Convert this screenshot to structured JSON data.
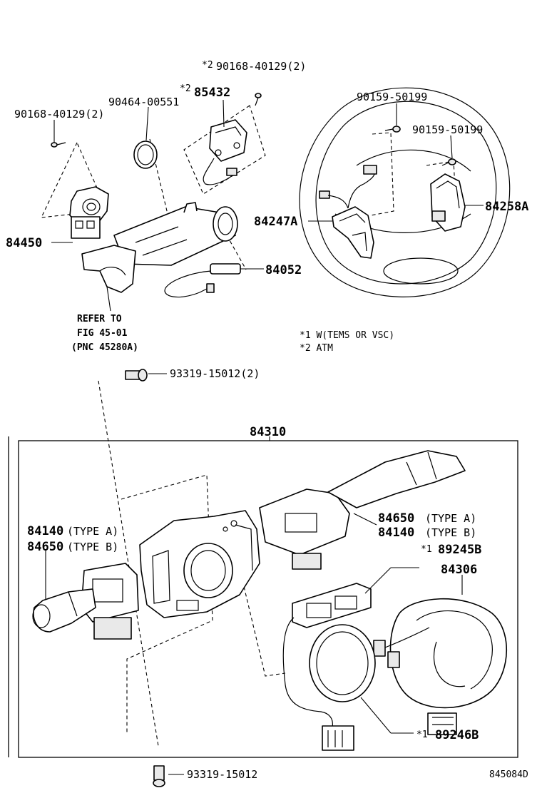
{
  "labels": {
    "p90168_top": "90168-40129(2)",
    "p90168_top_mark": "*2",
    "p85432": "85432",
    "p85432_mark": "*2",
    "p90464": "90464-00551",
    "p90168_left": "90168-40129(2)",
    "p84450": "84450",
    "p84052": "84052",
    "refer_line1": "REFER TO",
    "refer_line2": "FIG 45-01",
    "refer_line3": "(PNC 45280A)",
    "p90159_a": "90159-50199",
    "p90159_b": "90159-50199",
    "p84258A": "84258A",
    "p84247A": "84247A",
    "note1": "*1 W(TEMS OR VSC)",
    "note2": "*2 ATM",
    "p93319_top": "93319-15012(2)",
    "p84310": "84310",
    "p84140_left": "84140",
    "p84140_left_type": "(TYPE A)",
    "p84650_left": "84650",
    "p84650_left_type": "(TYPE B)",
    "p84650_right": "84650",
    "p84650_right_type": "(TYPE A)",
    "p84140_right": "84140",
    "p84140_right_type": "(TYPE B)",
    "p89245B": "89245B",
    "p89245B_mark": "*1",
    "p84306": "84306",
    "p89246B": "89246B",
    "p89246B_mark": "*1",
    "p93319_bottom": "93319-15012",
    "figure_id": "845084D"
  }
}
